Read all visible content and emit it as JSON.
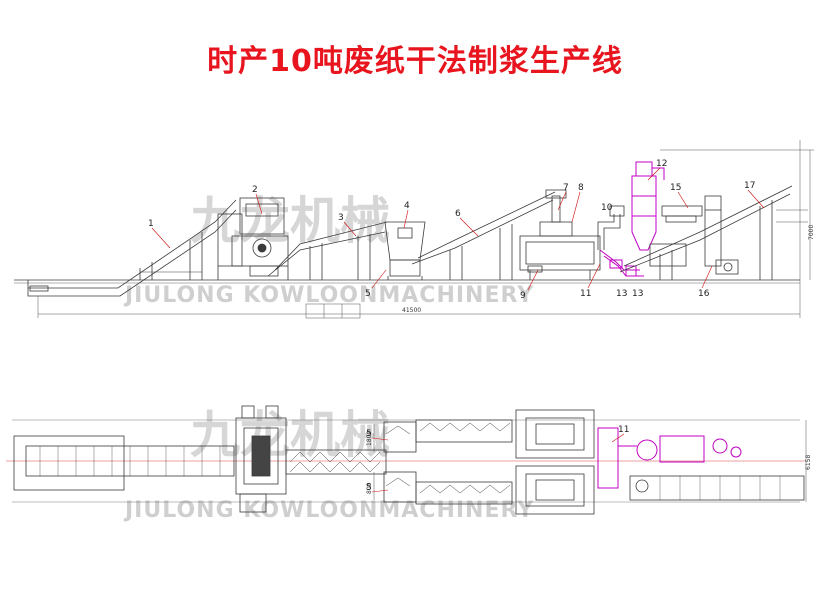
{
  "title": "时产10吨废纸干法制浆生产线",
  "watermark": {
    "brand_cn": "九龙机械",
    "brand_en": "JIULONG KOWLOONMACHINERY"
  },
  "elevation_labels": [
    "1",
    "2",
    "3",
    "4",
    "5",
    "6",
    "7",
    "8",
    "9",
    "10",
    "11",
    "12",
    "13",
    "15",
    "16",
    "17"
  ],
  "plan_labels": [
    "5",
    "5",
    "11"
  ],
  "dimensions": {
    "overall_length": "41500",
    "overall_height": "7000",
    "plan_width": "6158",
    "plan_gap_top": "1800",
    "plan_gap_bottom": "800"
  },
  "colors": {
    "title": "#e8141e",
    "drawing": "#3a3a3a",
    "highlight": "#c000c0",
    "leader": "#d01010"
  }
}
